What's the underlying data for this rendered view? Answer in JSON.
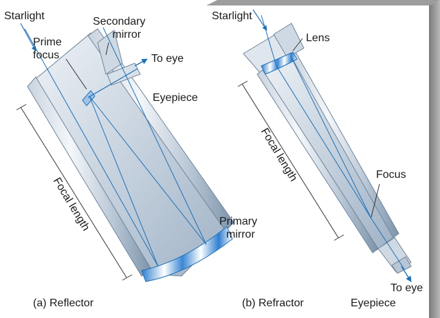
{
  "reflector": {
    "starlight": "Starlight",
    "secondary_mirror": [
      "Secondary",
      "mirror"
    ],
    "prime_focus": [
      "Prime",
      "focus"
    ],
    "to_eye": "To eye",
    "eyepiece": "Eyepiece",
    "focal_length": "Focal length",
    "primary_mirror": [
      "Primary",
      "mirror"
    ],
    "caption": "(a) Reflector"
  },
  "refractor": {
    "starlight": "Starlight",
    "lens": "Lens",
    "focal_length": "Focal length",
    "focus": "Focus",
    "to_eye": "To eye",
    "eyepiece": "Eyepiece",
    "caption": "(b) Refractor"
  },
  "colors": {
    "tube_light": "#dfe6ee",
    "tube_dark": "#8fa3b8",
    "ray": "#1e6fb5",
    "frame": "#6d6d6d",
    "text": "#1a1a1a"
  }
}
